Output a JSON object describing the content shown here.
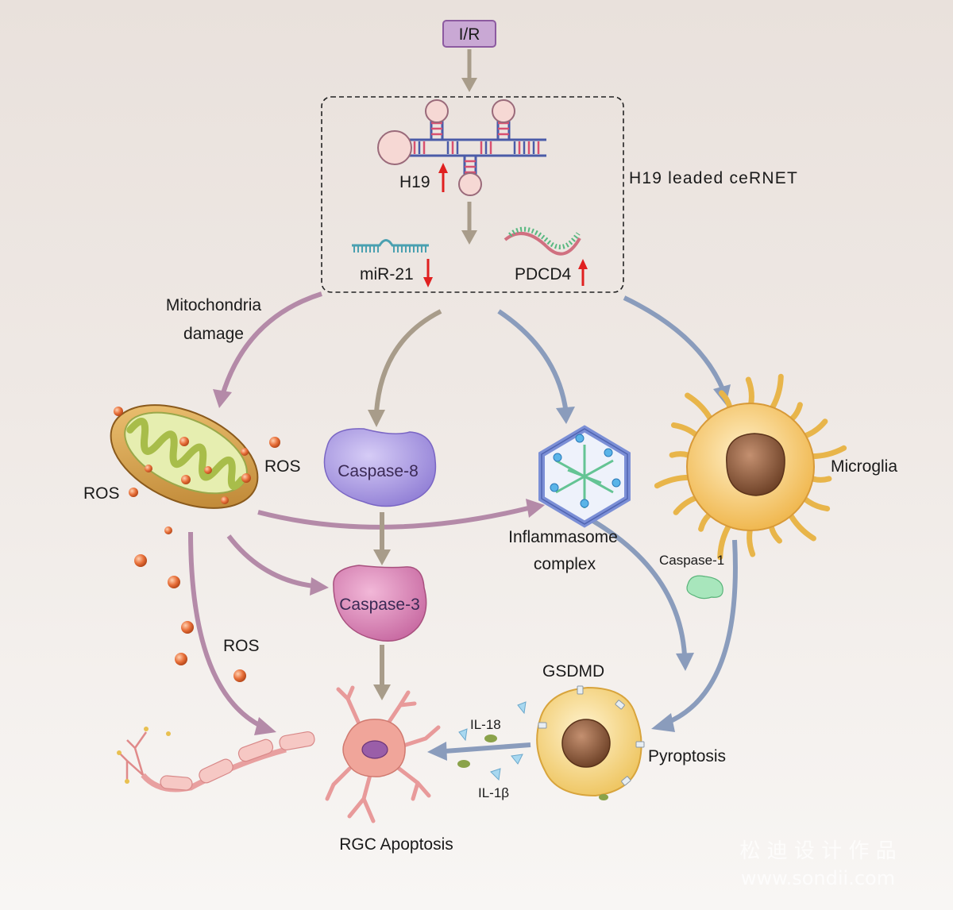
{
  "diagram": {
    "trigger": "I/R",
    "network_label": "H19 leaded ceRNET",
    "h19": "H19",
    "mir21": "miR-21",
    "pdcd4": "PDCD4",
    "mito_damage_line1": "Mitochondria",
    "mito_damage_line2": "damage",
    "ros_right": "ROS",
    "ros_left": "ROS",
    "ros_lower": "ROS",
    "caspase8": "Caspase-8",
    "caspase3": "Caspase-3",
    "inflammasome_line1": "Inflammasome",
    "inflammasome_line2": "complex",
    "caspase1": "Caspase-1",
    "microglia": "Microglia",
    "gsdmd": "GSDMD",
    "pyroptosis": "Pyroptosis",
    "il18": "IL-18",
    "il1b": "IL-1β",
    "rgc_apoptosis": "RGC Apoptosis",
    "direction_up": "up",
    "direction_down": "down"
  },
  "watermark": {
    "line1": "松 迪 设 计 作 品",
    "line2": "www.sondii.com"
  },
  "colors": {
    "trigger_box": "#c9a8d4",
    "arrow_tan": "#a89c8a",
    "arrow_mauve": "#b48aa8",
    "arrow_blue": "#8a9cbc",
    "caspase8": "#a99ae0",
    "caspase3": "#d77fb4",
    "mito_outer": "#d9a24a",
    "mito_inner": "#dfe8a8",
    "ros": "#e8703a",
    "microglia": "#f2c46a",
    "nucleus": "#8a5a3a",
    "neuron": "#f0a59a",
    "inflammasome": "#7b8fd6",
    "up_arrow": "#e02020",
    "caspase1": "#9ee0b0"
  }
}
